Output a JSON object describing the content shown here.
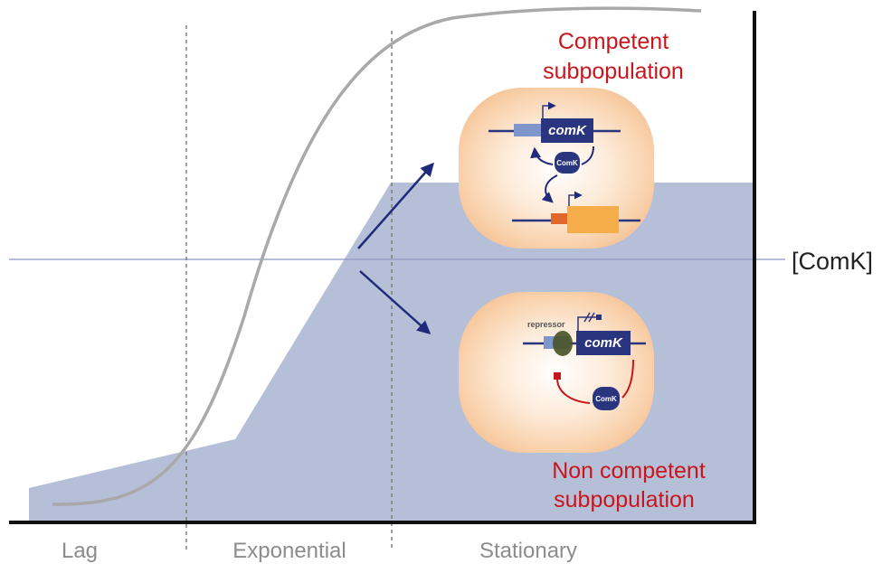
{
  "axis": {
    "y_label": "[ComK]"
  },
  "phases": [
    {
      "id": "lag",
      "label": "Lag"
    },
    {
      "id": "exponential",
      "label": "Exponential"
    },
    {
      "id": "stationary",
      "label": "Stationary"
    }
  ],
  "populations": {
    "competent": {
      "line1": "Competent",
      "line2": "subpopulation"
    },
    "non_competent": {
      "line1": "Non competent",
      "line2": "subpopulation"
    }
  },
  "competent_cell": {
    "gene_label": "comK",
    "protein_label": "ComK"
  },
  "noncompetent_cell": {
    "gene_label": "comK",
    "protein_label": "ComK",
    "repressor_label": "repressor"
  },
  "colors": {
    "area_fill": "#b6bfd8",
    "growth_curve": "#a9a9a9",
    "threshold_line": "#8e97c4",
    "divider": "#777777",
    "axis": "#111111",
    "arrow": "#1f2a7a",
    "gene_box": "#2a3580",
    "label_red": "#c8161d",
    "cell_fill": "#f9d2ad",
    "target_gene": "#f4ad48",
    "promoter": "#e2652a",
    "repressor": "#4a5528"
  }
}
